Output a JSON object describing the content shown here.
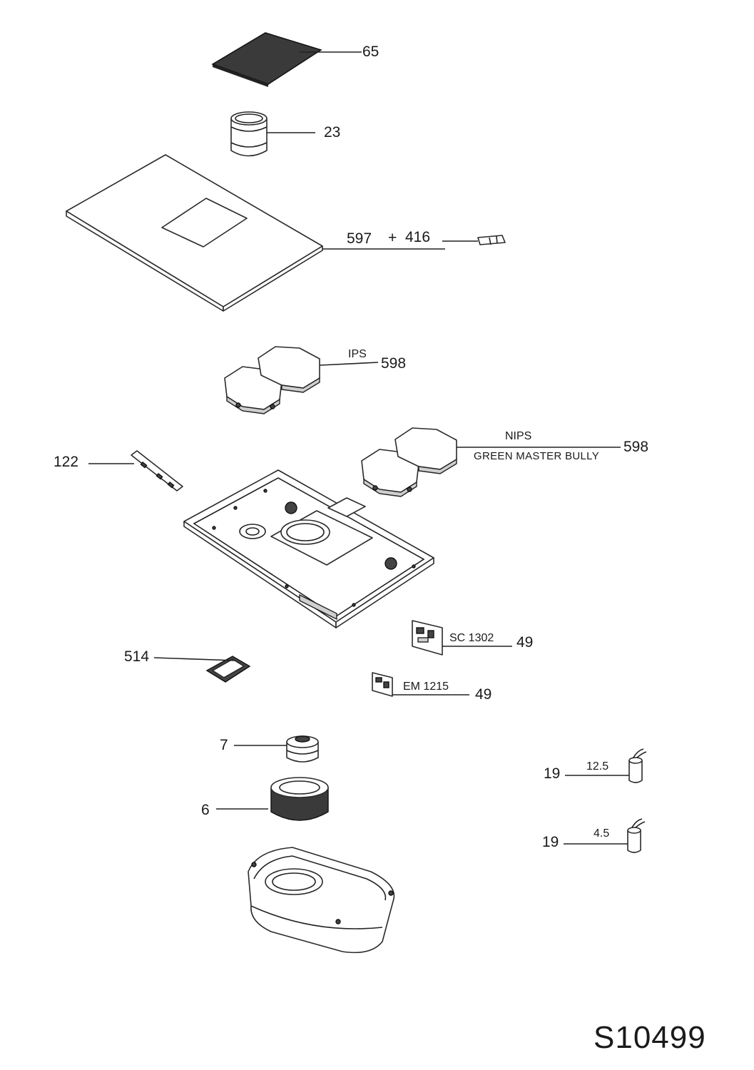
{
  "parts": {
    "grid_filter": "65",
    "cylinder_filter": "23",
    "hob_top": "597",
    "plus_sign": "+",
    "accessory": "416",
    "ips": {
      "variant": "IPS",
      "number": "598"
    },
    "nips": {
      "variant": "NIPS",
      "note": "GREEN MASTER BULLY",
      "number": "598"
    },
    "control_board": "122",
    "module": "514",
    "board_sc": {
      "model": "SC 1302",
      "number": "49"
    },
    "board_em": {
      "model": "EM 1215",
      "number": "49"
    },
    "motor": "7",
    "impeller": "6",
    "capacitor_1": {
      "number": "19",
      "value": "12.5"
    },
    "capacitor_2": {
      "number": "19",
      "value": "4.5"
    }
  },
  "drawing_code": "S10499"
}
